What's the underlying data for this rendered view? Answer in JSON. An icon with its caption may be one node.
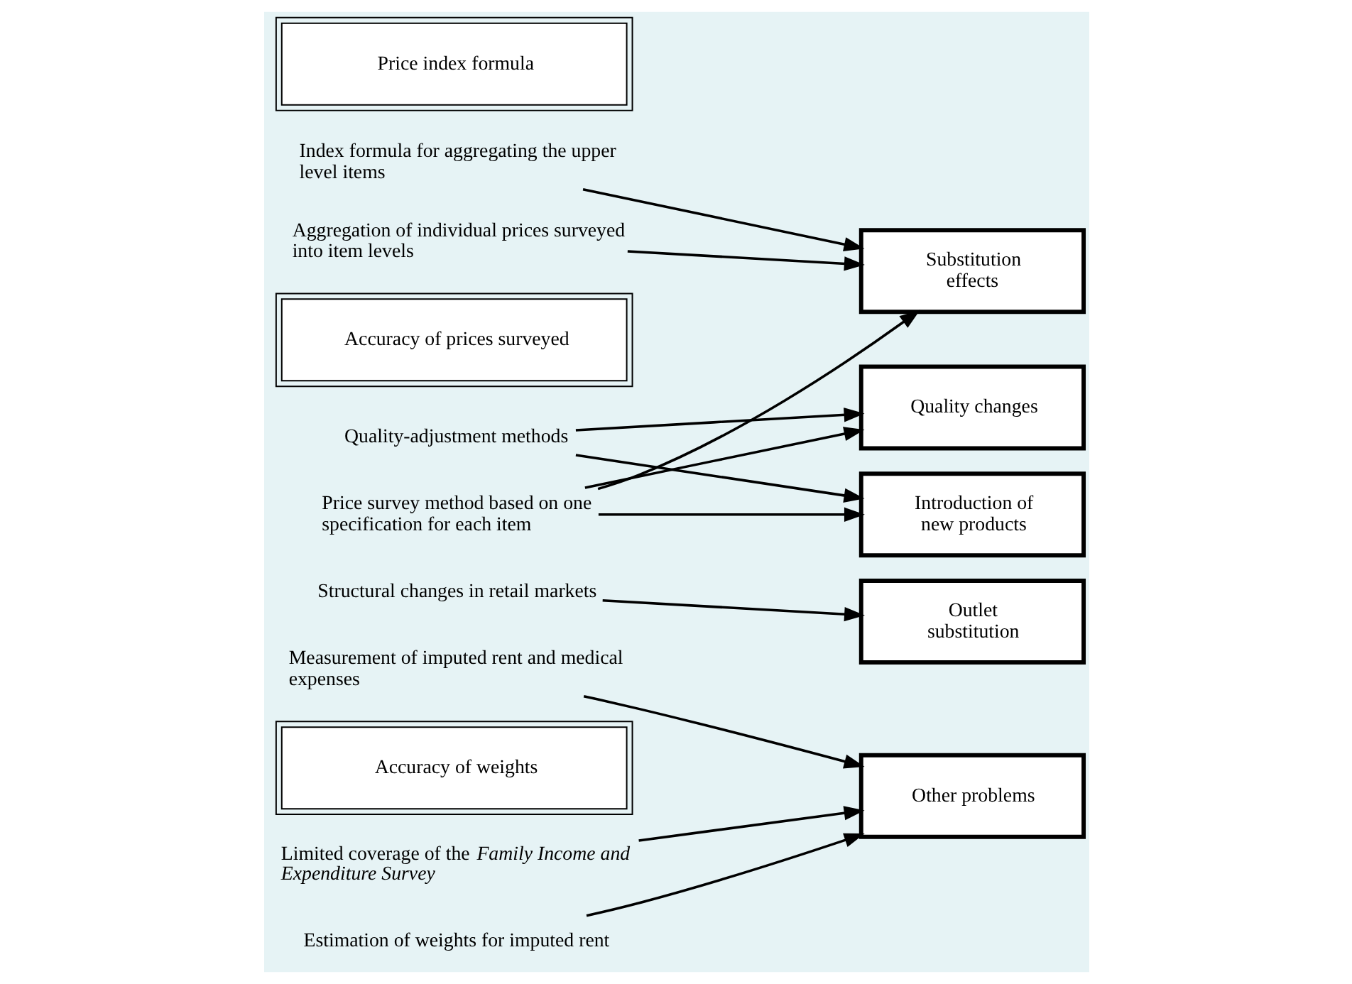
{
  "diagram": {
    "nodes": [
      {
        "text": [
          "Price index formula"
        ]
      },
      {
        "text": [
          "Index formula for aggregating the upper level items"
        ]
      },
      {
        "text": [
          "Aggregation of individual prices surveyed into item levels"
        ]
      },
      {
        "text": [
          "Accuracy of prices surveyed"
        ]
      },
      {
        "text": [
          "Quality-adjustment methods"
        ]
      },
      {
        "text": [
          "Price survey method based on one specification for each item"
        ]
      },
      {
        "text": [
          "Structural changes in retail markets"
        ]
      },
      {
        "text": [
          "Measurement of imputed rent and medical expenses"
        ]
      },
      {
        "text": [
          "Accuracy of weights"
        ]
      },
      {
        "text": [
          "Limited coverage of the *Family Income and Expenditure Survey*"
        ]
      },
      {
        "text": [
          "Estimation of weights for imputed rent"
        ]
      },
      {
        "text": [
          "Substitution effects"
        ]
      },
      {
        "text": [
          "Quality changes"
        ]
      },
      {
        "text": [
          "Introduction of new products"
        ]
      },
      {
        "text": [
          "Outlet substitution"
        ]
      },
      {
        "text": [
          "Other problems"
        ]
      }
    ],
    "edges": [
      {
        "from": 1,
        "to": 11,
        "arrow": "to"
      },
      {
        "from": 2,
        "to": 11,
        "arrow": "to"
      },
      {
        "from": 5,
        "to": 11,
        "arrow": "to"
      },
      {
        "from": 4,
        "to": 12,
        "arrow": "to"
      },
      {
        "from": 4,
        "to": 13,
        "arrow": "to"
      },
      {
        "from": 5,
        "to": 12,
        "arrow": "to"
      },
      {
        "from": 5,
        "to": 13,
        "arrow": "to"
      },
      {
        "from": 6,
        "to": 14,
        "arrow": "to"
      },
      {
        "from": 7,
        "to": 15,
        "arrow": "to"
      },
      {
        "from": 9,
        "to": 15,
        "arrow": "to"
      },
      {
        "from": 10,
        "to": 15,
        "arrow": "to"
      }
    ]
  }
}
